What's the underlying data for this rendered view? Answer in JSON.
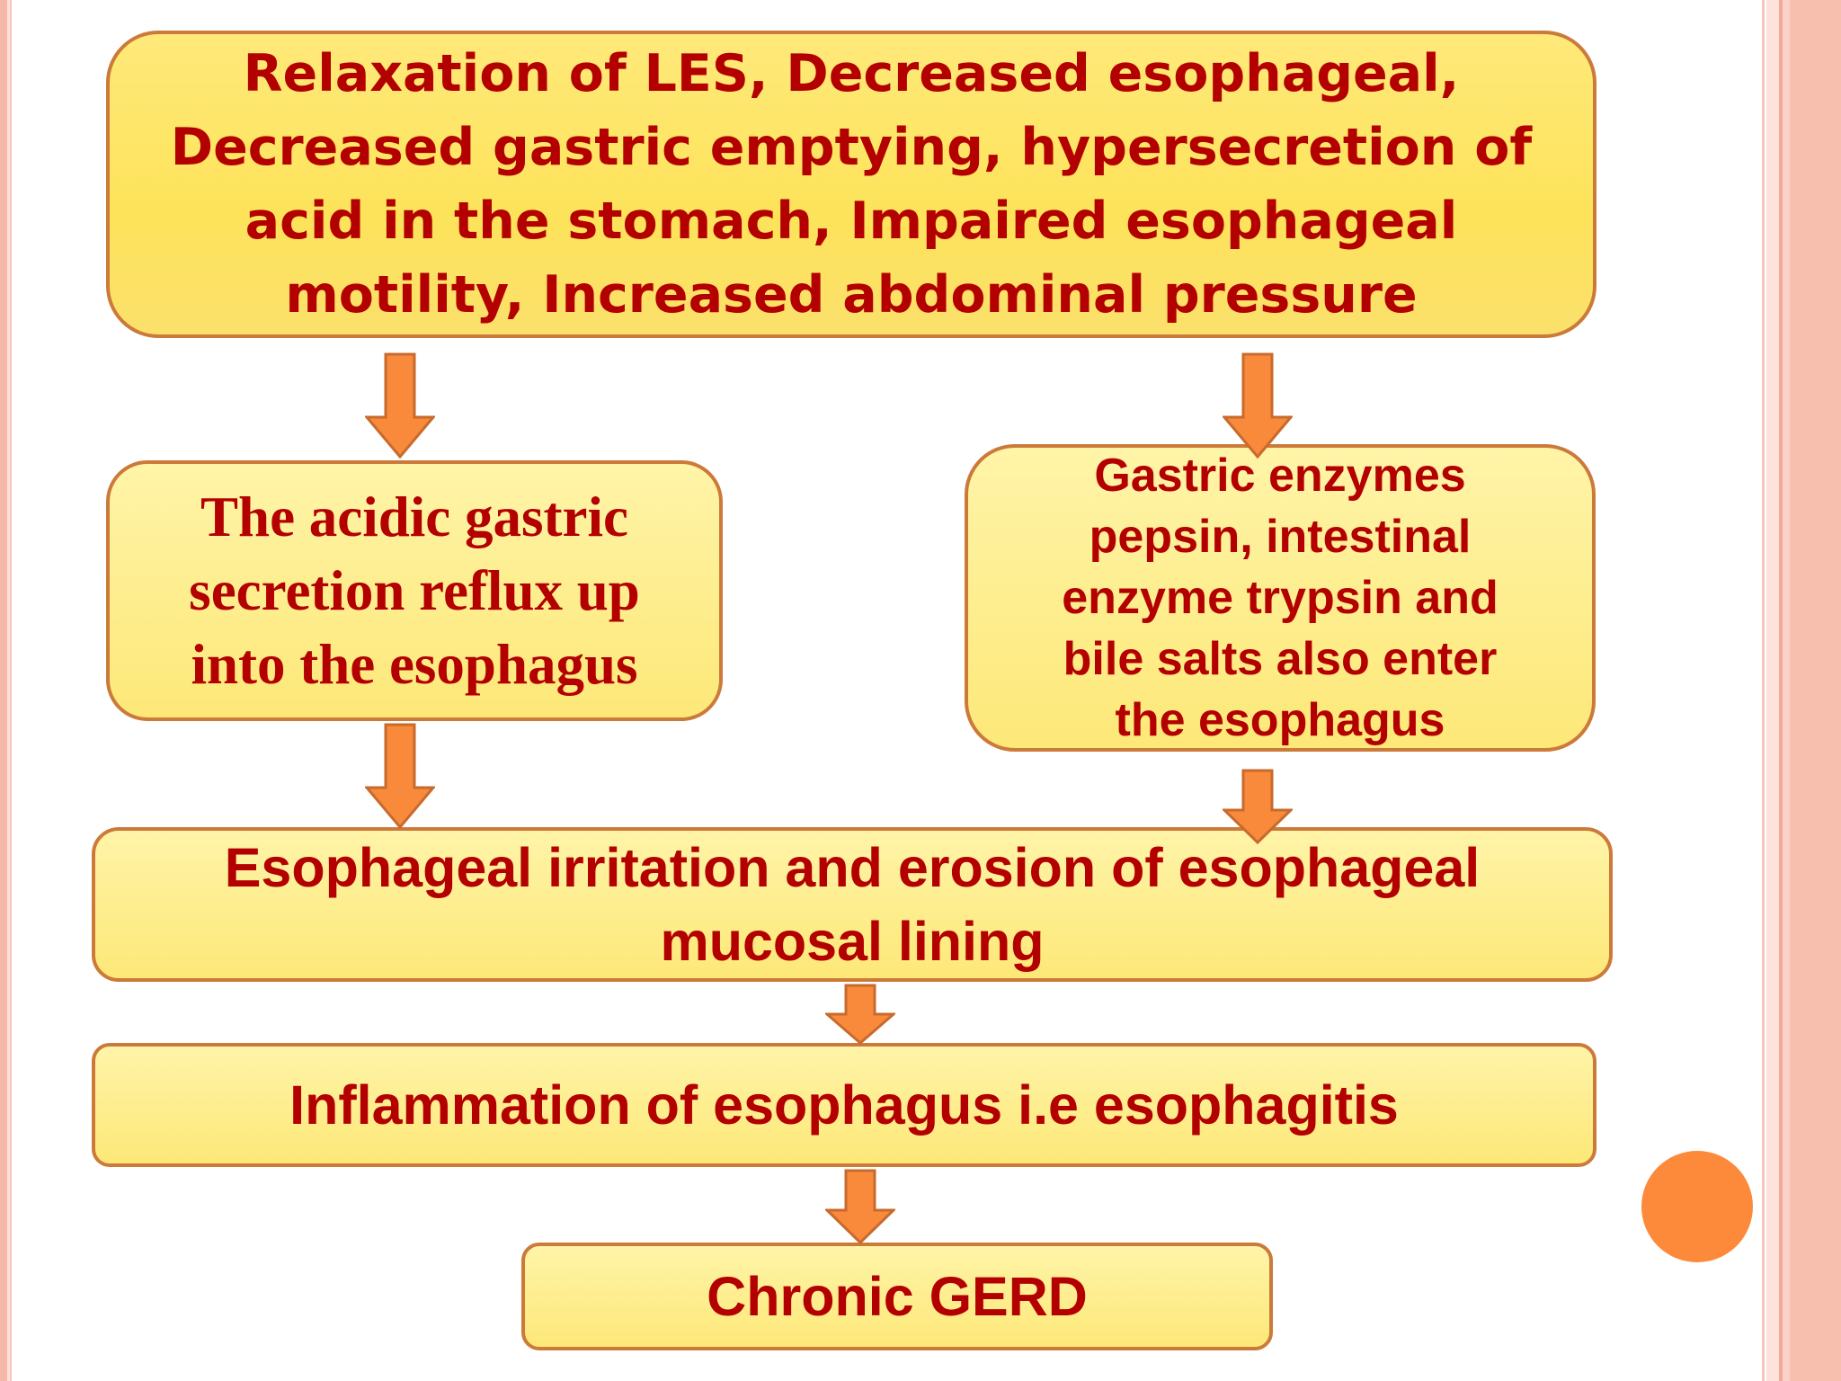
{
  "boxes": {
    "top": [
      "Relaxation of LES, Decreased esophageal,",
      "Decreased gastric emptying, hypersecretion of",
      "acid in the stomach, Impaired esophageal",
      "motility, Increased abdominal pressure"
    ],
    "left": [
      "The acidic gastric",
      "secretion reflux up",
      "into the esophagus"
    ],
    "right": [
      "Gastric enzymes",
      "pepsin, intestinal",
      "enzyme trypsin and",
      "bile salts also enter",
      "the esophagus"
    ],
    "erosion": [
      "Esophageal irritation and erosion of esophageal",
      "mucosal lining"
    ],
    "inflammation": "Inflammation of esophagus i.e esophagitis",
    "gerd": "Chronic GERD"
  },
  "colors": {
    "text": "#b30000",
    "box_fill": "#fde878",
    "box_border": "#cc7a3a",
    "arrow_fill": "#f98a3c",
    "arrow_stroke": "#c86a2c",
    "accent_circle": "#fd8a3a"
  }
}
